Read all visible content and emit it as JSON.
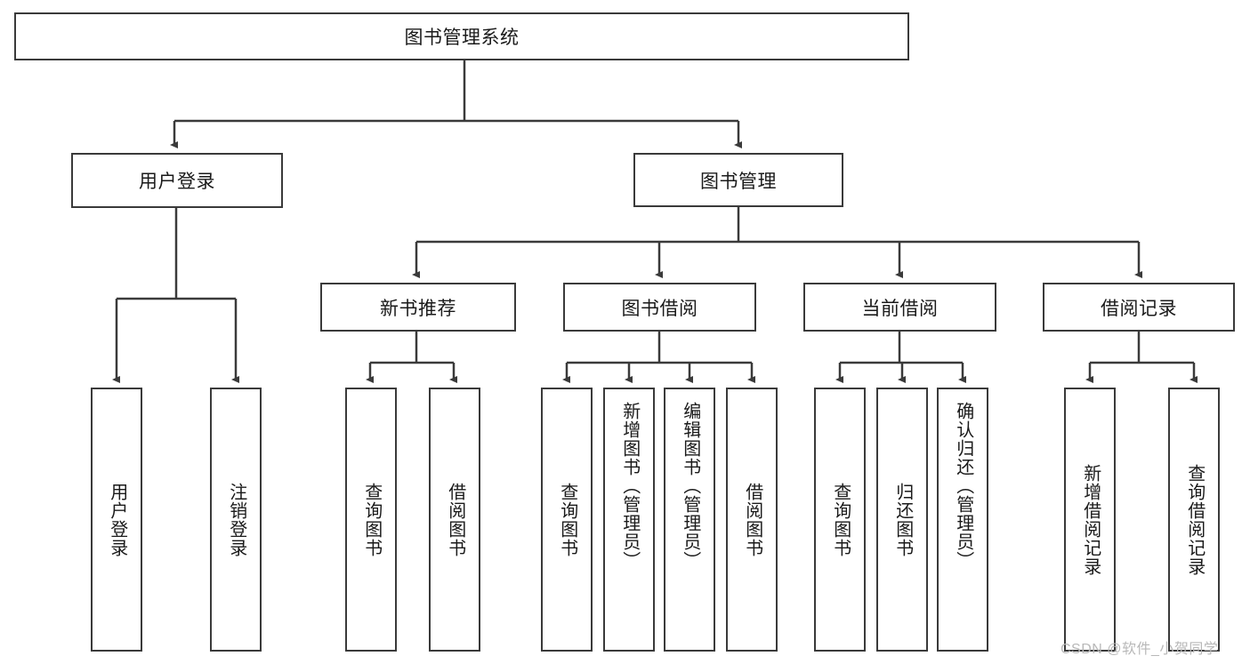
{
  "diagram": {
    "title": "图书管理系统",
    "type": "hierarchy-tree",
    "orientation": "top-down",
    "colors": {
      "box_border": "#3a3a3a",
      "box_fill": "#ffffff",
      "edge": "#3a3a3a",
      "text": "#1a1a1a",
      "watermark": "#b8b8b8",
      "background": "#ffffff"
    },
    "root": {
      "label": "图书管理系统"
    },
    "level2": [
      {
        "label": "用户登录"
      },
      {
        "label": "图书管理"
      }
    ],
    "level3": [
      {
        "label": "新书推荐"
      },
      {
        "label": "图书借阅"
      },
      {
        "label": "当前借阅"
      },
      {
        "label": "借阅记录"
      }
    ],
    "leaves": {
      "user_login": [
        {
          "label": "用户登录"
        },
        {
          "label": "注销登录"
        }
      ],
      "new_book_recommend": [
        {
          "label": "查询图书"
        },
        {
          "label": "借阅图书"
        }
      ],
      "book_borrow": [
        {
          "label": "查询图书"
        },
        {
          "label": "新增图书（管理员）"
        },
        {
          "label": "编辑图书（管理员）"
        },
        {
          "label": "借阅图书"
        }
      ],
      "current_borrow": [
        {
          "label": "查询图书"
        },
        {
          "label": "归还图书"
        },
        {
          "label": "确认归还（管理员）"
        }
      ],
      "borrow_record": [
        {
          "label": "新增借阅记录"
        },
        {
          "label": "查询借阅记录"
        }
      ]
    },
    "watermark": "CSDN @软件_小贺同学"
  }
}
